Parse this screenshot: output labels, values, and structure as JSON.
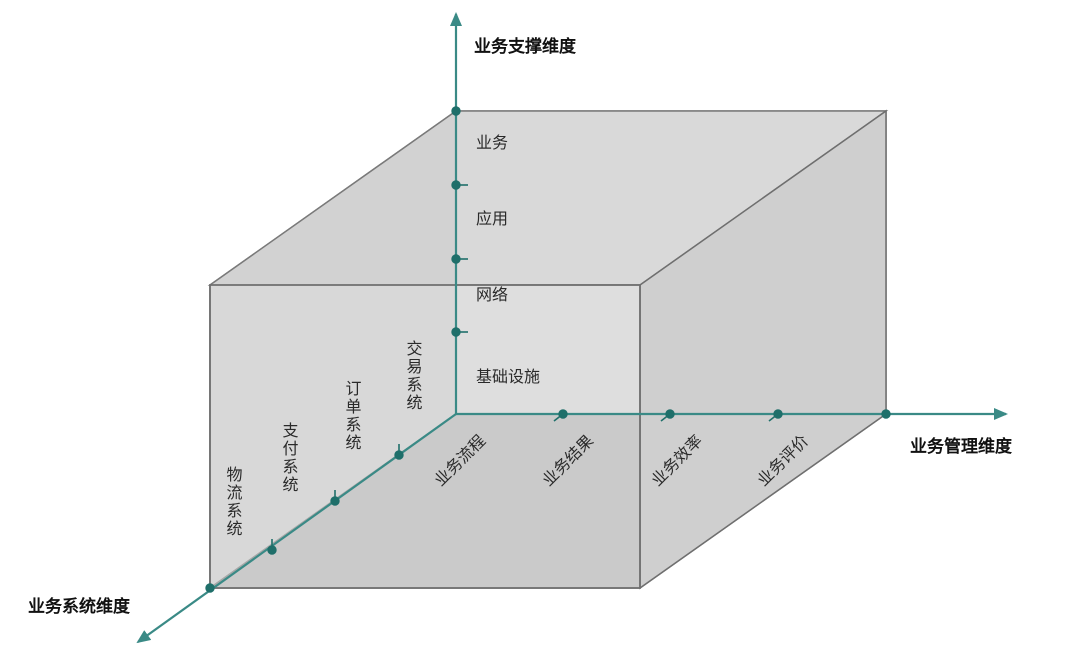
{
  "diagram": {
    "type": "3d-cube-dimension-model",
    "colors": {
      "axis": "#3a8a86",
      "axis_dot": "#1f6f6a",
      "edge": "#6f6f6f",
      "top_face": "#d9d9d9",
      "left_face": "#d0d0d0",
      "back_face": "#dcdcdc",
      "front_face": "#d6d6d6",
      "right_face": "#cfcfcf",
      "bottom_face": "#b9b9b9",
      "background": "#ffffff"
    },
    "axes": {
      "vertical": {
        "title": "业务支撑维度",
        "labels": [
          "业务",
          "应用",
          "网络",
          "基础设施"
        ]
      },
      "horizontal": {
        "title": "业务管理维度",
        "labels": [
          "业务流程",
          "业务结果",
          "业务效率",
          "业务评价"
        ]
      },
      "depth": {
        "title": "业务系统维度",
        "labels": [
          "交易系统",
          "订单系统",
          "支付系统",
          "物流系统"
        ]
      }
    }
  }
}
